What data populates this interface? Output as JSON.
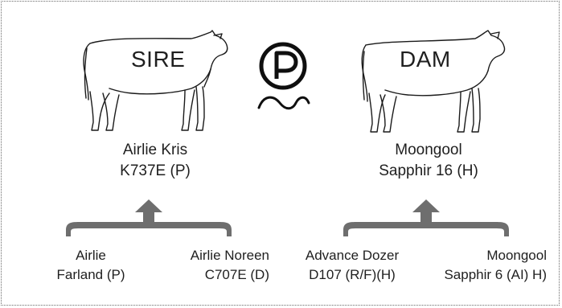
{
  "sire": {
    "label": "SIRE",
    "name_line1": "Airlie Kris",
    "name_line2": "K737E (P)",
    "parent_left": {
      "line1": "Airlie",
      "line2": "Farland (P)"
    },
    "parent_right": {
      "line1": "Airlie Noreen",
      "line2": "C707E (D)"
    }
  },
  "dam": {
    "label": "DAM",
    "name_line1": "Moongool",
    "name_line2": "Sapphir 16 (H)",
    "parent_left": {
      "line1": "Advance Dozer",
      "line2": "D107 (R/F)(H)"
    },
    "parent_right": {
      "line1": "Moongool",
      "line2": "Sapphir 6 (AI) H)"
    }
  },
  "center_symbol": {
    "letter": "P",
    "icon": "polled-symbol-icon"
  },
  "colors": {
    "line": "#1a1a1a",
    "bracket": "#6e6e6e",
    "frame": "#6b6b6b"
  }
}
